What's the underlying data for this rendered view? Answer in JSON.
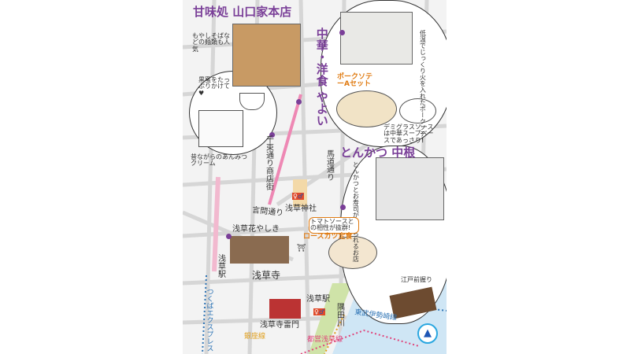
{
  "colors": {
    "title": "#7a3f98",
    "accent": "#e07a10",
    "river": "#cfe6f5",
    "street": "#c8c8c8",
    "green": "#cfe3a8",
    "pink_road": "#ee88b4"
  },
  "shops": {
    "yamaguchiya": {
      "name": "甘味処 山口家本店",
      "note": "もやしそばなどの麺類も人気",
      "syrup": "黒蜜をたっぷりかけて♥",
      "dessert": "昔ながらのあんみつクリーム"
    },
    "yayoi": {
      "name": "中華・洋食 やよい",
      "note": "低温でじっくり火を入れたポークソテー",
      "set": "ポークソテーAセット",
      "sauce": "デミグラスソースは中華スープベースであっさり!"
    },
    "nakane": {
      "name": "とんかつ 中根",
      "note": "とんかつとお寿司が食べられるお店",
      "tomato": "トマトソースとの相性が抜群!",
      "set": "ロースカツ定食",
      "sushi": "江戸前握り"
    }
  },
  "map_labels": {
    "senzoku": "千束通り商店街",
    "umamichi": "馬道通り",
    "kototoi": "言問通り",
    "jinja": "浅草神社",
    "hanayashiki": "浅草花やしき",
    "sensoji": "浅草寺",
    "asakusa_station_tx": "浅草駅",
    "tx_line": "つくばエクスプレス",
    "asakusa_station": "浅草駅",
    "sumida": "隅田川",
    "tobu": "東武伊勢崎線",
    "kaminarimon": "浅草寺雷門",
    "ginza": "銀座線",
    "toei": "都営浅草線"
  },
  "icons": [
    "toilet-icon",
    "compass-icon",
    "shrine-gate-icon",
    "location-pin-icon"
  ]
}
